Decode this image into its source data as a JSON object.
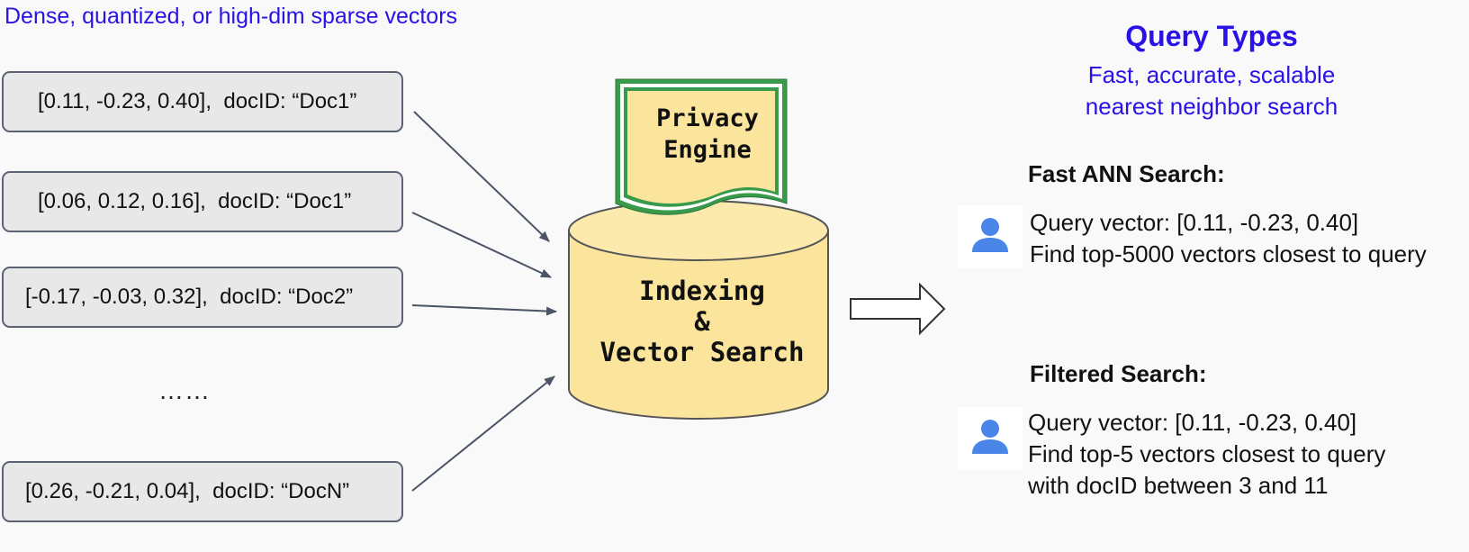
{
  "top_caption": "Dense, quantized, or high-dim sparse vectors",
  "vectors": [
    "[0.11, -0.23, 0.40],  docID: “Doc1”",
    "[0.06, 0.12, 0.16],  docID: “Doc1”",
    "[-0.17, -0.03, 0.32],  docID: “Doc2”",
    "[0.26, -0.21, 0.04],  docID: “DocN”"
  ],
  "ellipsis": "……",
  "privacy_engine": {
    "line1": "Privacy",
    "line2": "Engine"
  },
  "database": {
    "line1": "Indexing",
    "line2": "&",
    "line3": "Vector Search"
  },
  "query_types": {
    "title": "Query Types",
    "subtitle_line1": "Fast, accurate, scalable",
    "subtitle_line2": "nearest neighbor search"
  },
  "fast_ann": {
    "heading": "Fast ANN Search:",
    "line1": "Query vector: [0.11, -0.23, 0.40]",
    "line2": "Find top-5000 vectors closest to query"
  },
  "filtered": {
    "heading": "Filtered Search:",
    "line1": "Query vector: [0.11, -0.23, 0.40]",
    "line2": "Find top-5 vectors closest to query",
    "line3": "with docID between 3 and 11"
  },
  "colors": {
    "accent_blue": "#2a12e6",
    "db_fill": "#fbe59c",
    "privacy_border": "#3a9a4c",
    "avatar_blue": "#4a86e8",
    "box_fill": "#e8e8e8"
  },
  "icons": [
    "user-icon",
    "arrow-right-icon"
  ]
}
